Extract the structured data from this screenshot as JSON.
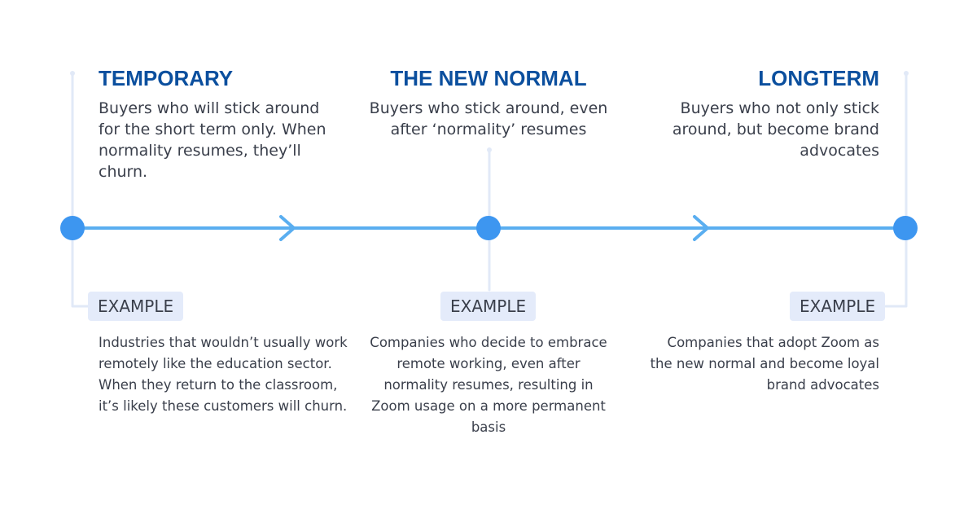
{
  "colors": {
    "title": "#0b4f9e",
    "line": "#5aaef0",
    "node": "#3d96f0",
    "connector": "#e1e9f7",
    "badge_bg": "#e4ebfa",
    "text": "#3a3f4b"
  },
  "stages": [
    {
      "title": "TEMPORARY",
      "description": "Buyers who will stick around for the short term only. When normality resumes, they’ll churn.",
      "example_label": "EXAMPLE",
      "example_text": "Industries that wouldn’t usually work remotely like the education sector. When they return to the classroom, it’s likely these customers will churn."
    },
    {
      "title": "THE NEW NORMAL",
      "description": "Buyers who stick around, even after ‘normality’ resumes",
      "example_label": "EXAMPLE",
      "example_text": "Companies who decide to embrace remote working, even after normality resumes, resulting in Zoom usage on a more permanent basis"
    },
    {
      "title": "LONGTERM",
      "description": "Buyers who not only stick around, but become brand advocates",
      "example_label": "EXAMPLE",
      "example_text": "Companies that adopt Zoom as the new normal and become loyal brand advocates"
    }
  ]
}
